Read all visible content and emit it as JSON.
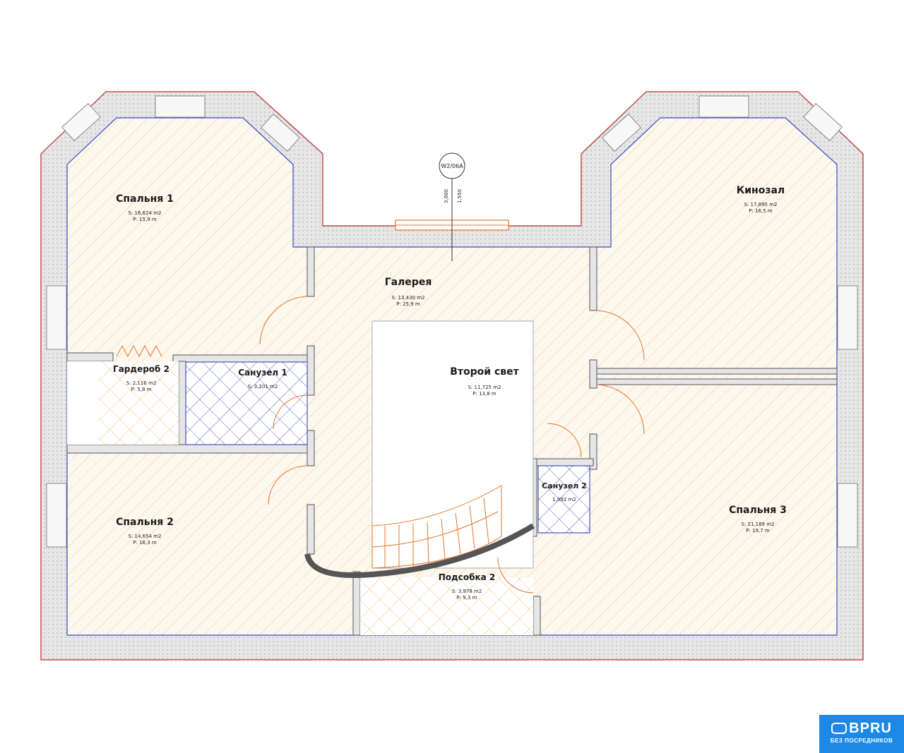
{
  "colors": {
    "wall_outline": "#c0504d",
    "wall_fill": "#e8e8e8",
    "insulation_line": "#3b4bbf",
    "room_hatch": "#f2c59a",
    "wet_grid": "#2a35a8",
    "wardrobe_grid": "#f0b45c",
    "stairs": "#e8742a",
    "door_arc": "#e8742a"
  },
  "rooms": [
    {
      "id": "bedroom1",
      "name": "Спальня 1",
      "area": "S: 16,624 m2",
      "perimeter": "P: 15,9 m"
    },
    {
      "id": "gallery",
      "name": "Галерея",
      "area": "S: 13,430 m2",
      "perimeter": "P: 25,9 m"
    },
    {
      "id": "cinema",
      "name": "Кинозал",
      "area": "S: 17,895 m2",
      "perimeter": "P: 16,5 m"
    },
    {
      "id": "wardrobe2",
      "name": "Гардероб 2",
      "area": "S: 2,116 m2",
      "perimeter": "P: 5,8 m"
    },
    {
      "id": "bath1",
      "name": "Санузел 1",
      "area": "S: 3,201 m2",
      "perimeter": ""
    },
    {
      "id": "second_light",
      "name": "Второй свет",
      "area": "S: 11,725 m2",
      "perimeter": "P: 13,8 m"
    },
    {
      "id": "bath2",
      "name": "Санузел 2",
      "area": "1,092 m2",
      "perimeter": ""
    },
    {
      "id": "bedroom2",
      "name": "Спальня 2",
      "area": "S: 14,654 m2",
      "perimeter": "P: 16,3 m"
    },
    {
      "id": "bedroom3",
      "name": "Спальня 3",
      "area": "S: 21,189 m2",
      "perimeter": "P: 19,7 m"
    },
    {
      "id": "storage2",
      "name": "Подсобка 2",
      "area": "S: 3,978 m2",
      "perimeter": "P: 9,3 m"
    }
  ],
  "window_tag": "W2/06A",
  "window_dims": [
    "3,000",
    "1,550"
  ],
  "logo": {
    "brand": "BPRU",
    "slogan": "БЕЗ ПОСРЕДНИКОВ"
  }
}
